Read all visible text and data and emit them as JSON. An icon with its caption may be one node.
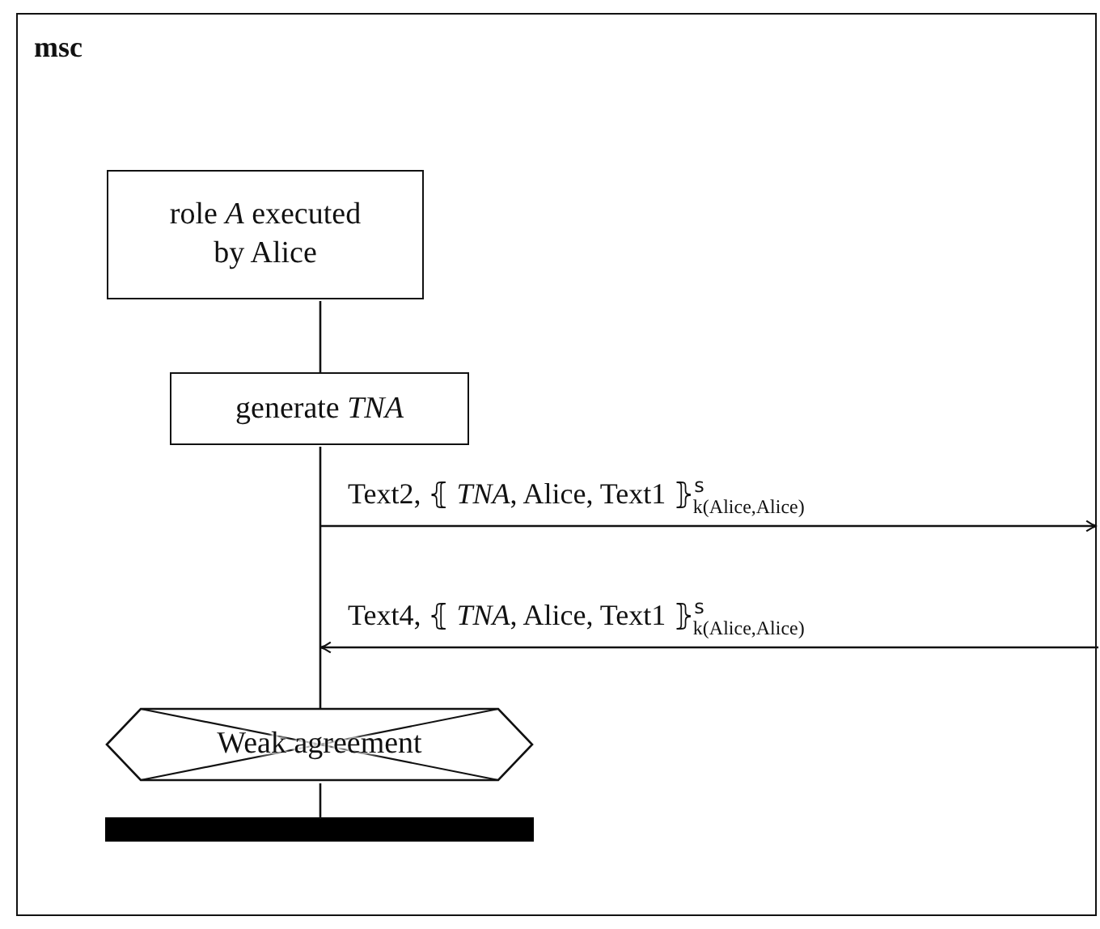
{
  "diagram": {
    "nodes": [
      {
        "text": [
          "msc"
        ]
      },
      {
        "text": [
          "role *A* executed by Alice"
        ],
        "in": 0
      },
      {
        "text": [
          "generate *TNA*"
        ],
        "in": 0
      },
      {
        "text": [
          "Weak agreement"
        ],
        "in": 0
      },
      {
        "text": [],
        "shape": "bar",
        "in": 0
      }
    ],
    "edges": [
      {
        "from": 1,
        "to": 2,
        "arrow": "none"
      },
      {
        "from": 2,
        "to": 3,
        "arrow": "none"
      },
      {
        "from": 3,
        "to": 4,
        "arrow": "none"
      },
      {
        "from": null,
        "to": 0,
        "arrow": "to",
        "label": "Text2, ⦃ *TNA*, Alice, Text1 ⦄$^{s}$$_{k(Alice,Alice)}$"
      },
      {
        "from": 0,
        "to": null,
        "arrow": "to",
        "label": "Text4, ⦃ *TNA*, Alice, Text1 ⦄$^{s}$$_{k(Alice,Alice)}$"
      }
    ]
  }
}
